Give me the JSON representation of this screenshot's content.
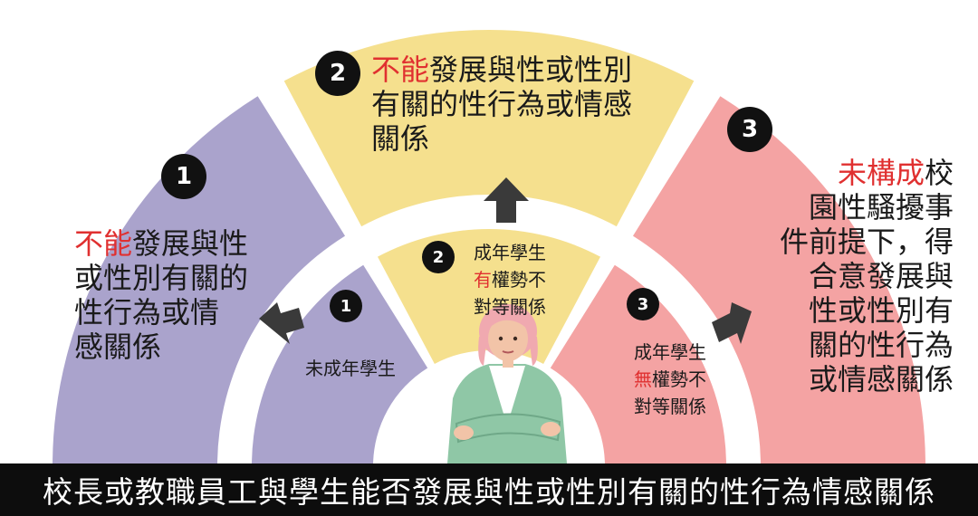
{
  "segments": [
    {
      "number": "1",
      "color": "#aaa3cc",
      "outer_lines": [
        {
          "red": "不能",
          "text": "發展與性"
        },
        {
          "red": "",
          "text": "或性別有關的"
        },
        {
          "red": "",
          "text": "性行為或情"
        },
        {
          "red": "",
          "text": "感關係"
        }
      ],
      "inner_lines": [
        {
          "red": "",
          "text": "未成年學生"
        }
      ]
    },
    {
      "number": "2",
      "color": "#f5e08e",
      "outer_lines": [
        {
          "red": "不能",
          "text": "發展與性或性別"
        },
        {
          "red": "",
          "text": "有關的性行為或情感"
        },
        {
          "red": "",
          "text": "關係"
        }
      ],
      "inner_lines": [
        {
          "red": "",
          "text": "成年學生"
        },
        {
          "red": "有",
          "text": "權勢不"
        },
        {
          "red": "",
          "text": "對等關係"
        }
      ]
    },
    {
      "number": "3",
      "color": "#f4a3a3",
      "outer_lines": [
        {
          "red": "未構成",
          "text": "校"
        },
        {
          "red": "",
          "text": "園性騷擾事"
        },
        {
          "red": "",
          "text": "件前提下，得"
        },
        {
          "red": "",
          "text": "合意發展與"
        },
        {
          "red": "",
          "text": "性或性別有"
        },
        {
          "red": "",
          "text": "關的性行為"
        },
        {
          "red": "",
          "text": "或情感關係"
        }
      ],
      "inner_lines": [
        {
          "red": "",
          "text": "成年學生"
        },
        {
          "red": "無",
          "text": "權勢不"
        },
        {
          "red": "",
          "text": "對等關係"
        }
      ]
    }
  ],
  "colors": {
    "arrow": "#3a3a3a",
    "badge": "#111111",
    "highlight": "#e03030",
    "banner": "#0d0d0d",
    "jacket": "#8fc7a6",
    "hair": "#f0a9b0",
    "skin": "#f2c4a8"
  },
  "banner_text": "校長或教職員工與學生能否發展與性或性別有關的性行為情感關係"
}
